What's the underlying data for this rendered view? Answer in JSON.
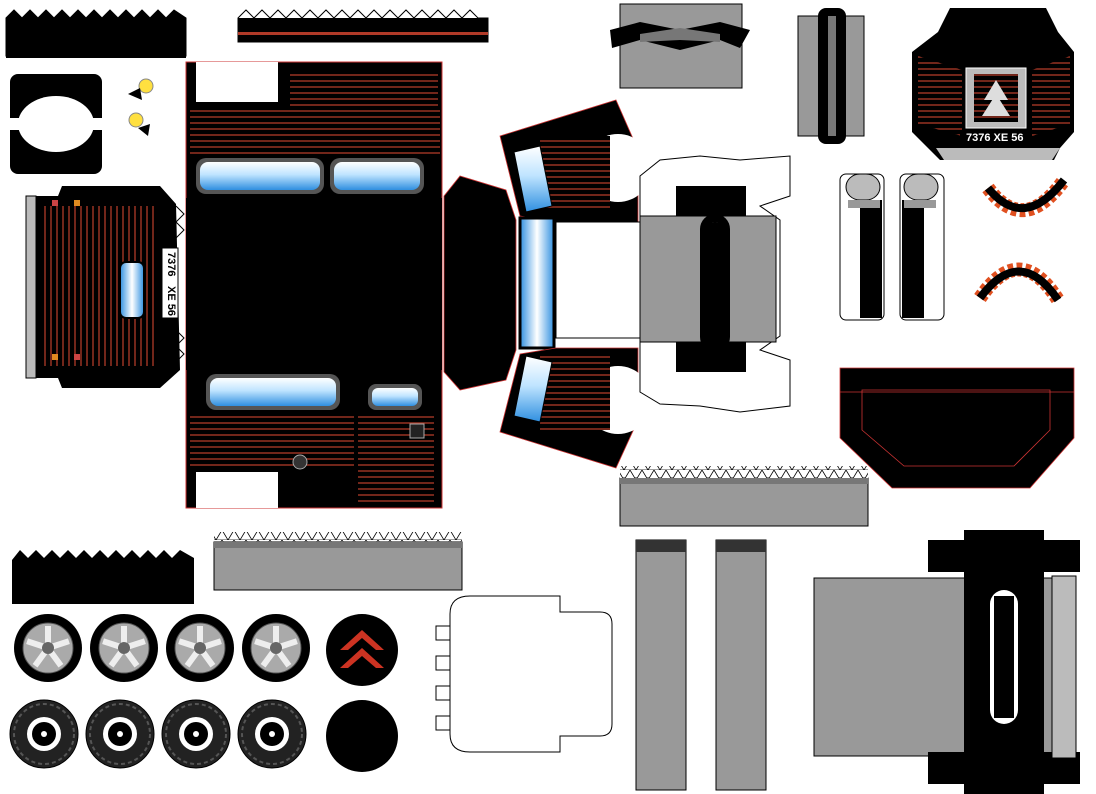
{
  "sheet": {
    "plate_front": "7376 XE 56",
    "plate_rear_line1": "7376",
    "plate_rear_line2": "XE 56"
  },
  "colors": {
    "body": "#000000",
    "rust": "#8a2a1c",
    "stripe": "#cc3322",
    "grey": "#999999",
    "light_grey": "#cccccc",
    "glass_top": "#e8f6ff",
    "glass_mid": "#3fa0e8",
    "lamp": "#ffe040",
    "logo": "#cc3322"
  },
  "parts": {
    "wheels_alloy": 4,
    "wheels_plain": 4,
    "logo_name": "chevron-logo-icon",
    "blank_disc_name": "black-disc"
  }
}
